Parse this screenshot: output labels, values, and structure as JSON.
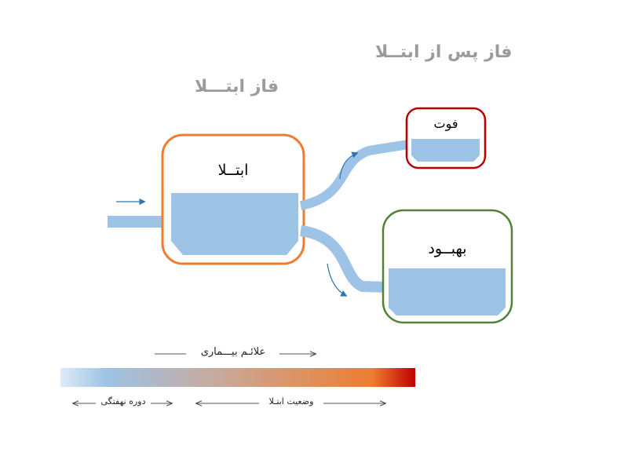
{
  "phases": {
    "post_infection": "فاز پس از ابتــلا",
    "infection": "فاز ابتـــلا"
  },
  "boxes": {
    "infection": {
      "label": "ابتــلا",
      "color": "#ee7d31"
    },
    "death": {
      "label": "فوت",
      "color": "#c00000"
    },
    "recovery": {
      "label": "بهبــود",
      "color": "#538135"
    }
  },
  "colors": {
    "liquid": "#9dc3e6",
    "arrow": "#2e75b6"
  },
  "timeline": {
    "symptoms": "علائـم بیـــماری",
    "incubation": "دوره نهفتگی",
    "infection_status": "وضعیت ابتـلا",
    "gradient": [
      "#deebf7",
      "#9dc3e6",
      "#c9a99a",
      "#ee7d31",
      "#c00000"
    ]
  }
}
